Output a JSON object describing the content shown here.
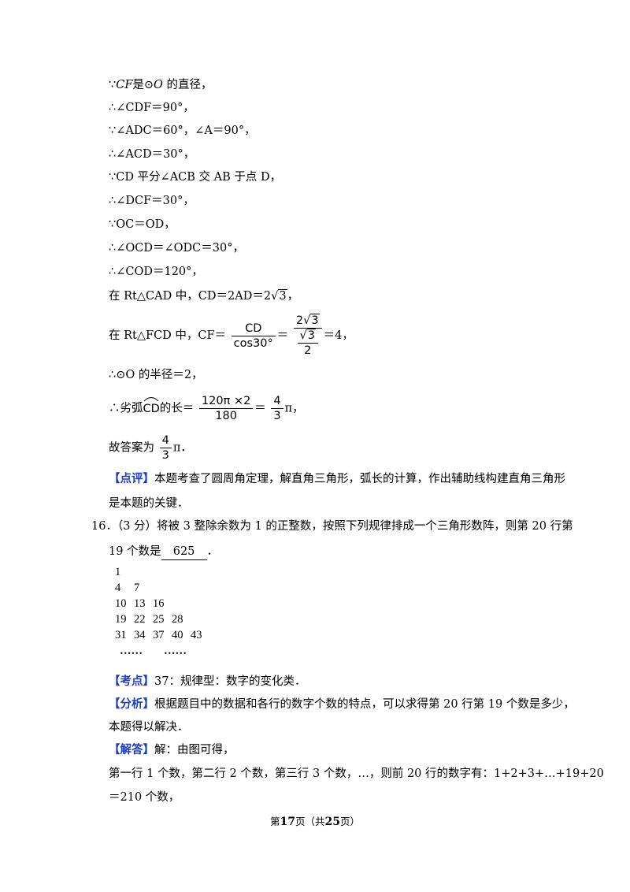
{
  "lines": [
    {
      "a": "∵",
      "b": "CF",
      "c": "是⊙",
      "d": "O",
      "e": " 的直径，"
    },
    {
      "text": "∴∠CDF＝90°，"
    },
    {
      "text": "∵∠ADC＝60°，∠A＝90°，"
    },
    {
      "text": "∴∠ACD＝30°，"
    },
    {
      "text": "∵CD 平分∠ACB 交 AB 于点 D，"
    },
    {
      "text": "∴∠DCF＝30°，"
    },
    {
      "text": "∵OC＝OD，"
    },
    {
      "text": "∴∠OCD＝∠ODC＝30°，"
    },
    {
      "text": "∴∠COD＝120°，"
    }
  ],
  "rt_cad": {
    "prefix": "在 Rt△CAD 中，CD＝2AD＝2",
    "rad": "3",
    "suffix": "，"
  },
  "rt_fcd": {
    "prefix": "在 Rt△FCD 中，CF＝",
    "f1_num": "CD",
    "f1_den": "cos30°",
    "eq": "＝",
    "f2_num_coef": "2",
    "f2_num_rad": "3",
    "f2_den_rad": "3",
    "f2_den_den": "2",
    "suffix": "＝4，"
  },
  "radius_line": "∴⊙O 的半径＝2，",
  "arc_line": {
    "prefix": "∴劣弧",
    "arc_label": "CD",
    "mid": "的长＝",
    "f1_num": "120π ×2",
    "f1_den": "180",
    "eq": "＝",
    "f2_num": "4",
    "f2_den": "3",
    "suffix": "π，"
  },
  "answer_line": {
    "prefix": "故答案为",
    "num": "4",
    "den": "3",
    "suffix": "π．"
  },
  "comment": {
    "tag": "【点评】",
    "text1": "本题考查了圆周角定理，解直角三角形，弧长的计算，作出辅助线构建直角三角形",
    "text2": "是本题的关键．"
  },
  "q16": {
    "line1": "16．（3 分）将被 3 整除余数为 1 的正整数，按照下列规律排成一个三角形数阵，则第 20 行第",
    "line2_prefix": "19 个数是",
    "answer": "625",
    "line2_suffix": "．"
  },
  "triangle": [
    [
      "1"
    ],
    [
      "4",
      "7"
    ],
    [
      "10",
      "13",
      "16"
    ],
    [
      "19",
      "22",
      "25",
      "28"
    ],
    [
      "31",
      "34",
      "37",
      "40",
      "43"
    ]
  ],
  "triangle_dots": [
    "……",
    "……"
  ],
  "kaodian": {
    "tag": "【考点】",
    "text": "37：规律型：数字的变化类．"
  },
  "fenxi": {
    "tag": "【分析】",
    "text1": "根据题目中的数据和各行的数字个数的特点，可以求得第 20 行第 19 个数是多少，",
    "text2": "本题得以解决．"
  },
  "jieda": {
    "tag": "【解答】",
    "text1": "解：由图可得，",
    "text2": "第一行 1 个数，第二行 2 个数，第三行 3 个数，…，则前 20 行的数字有：1+2+3+…+19+20",
    "text3": "＝210 个数，"
  },
  "footer": {
    "pre": "第",
    "page": "17",
    "mid": "页（共",
    "total": "25",
    "post": "页）"
  }
}
